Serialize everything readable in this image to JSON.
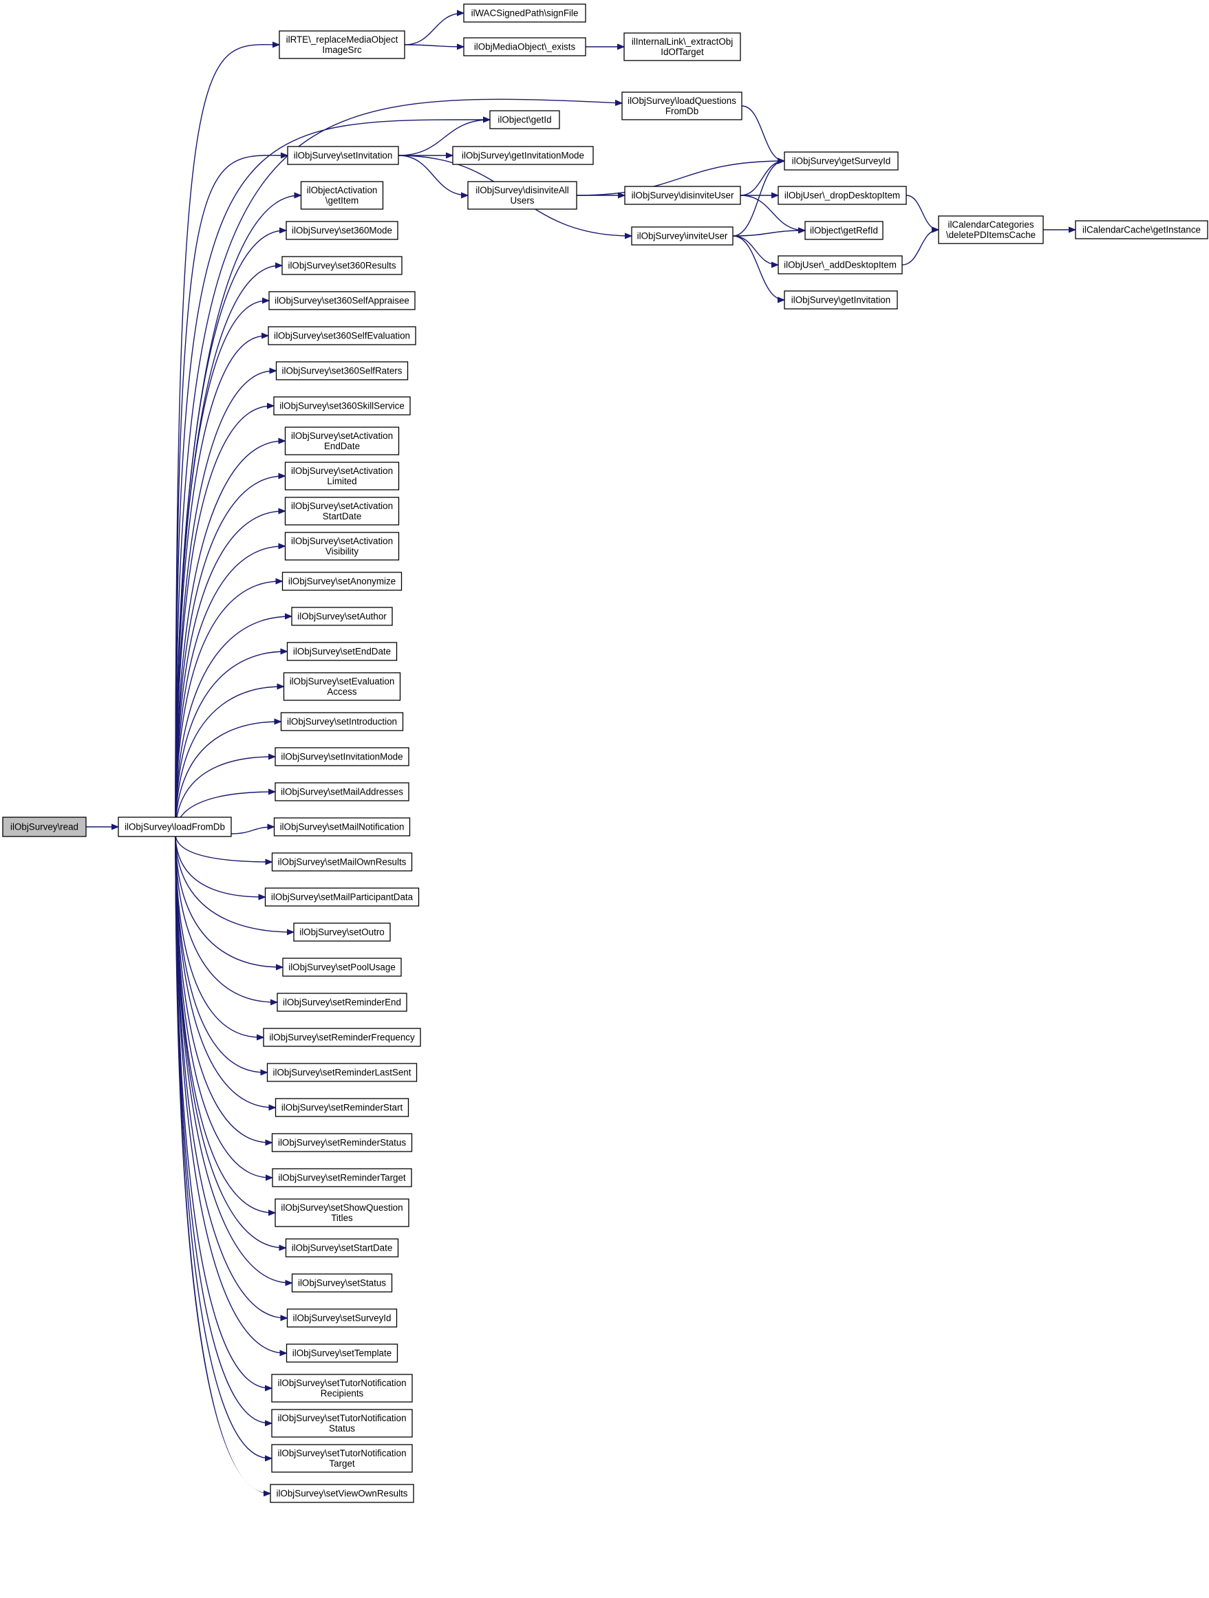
{
  "nodes": [
    {
      "id": "read",
      "lines": [
        "ilObjSurvey\\read"
      ],
      "root": true
    },
    {
      "id": "loadFromDb",
      "lines": [
        "ilObjSurvey\\loadFromDb"
      ]
    },
    {
      "id": "rteReplace",
      "lines": [
        "ilRTE\\_replaceMediaObject",
        "ImageSrc"
      ]
    },
    {
      "id": "signFile",
      "lines": [
        "ilWACSignedPath\\signFile"
      ]
    },
    {
      "id": "mobExists",
      "lines": [
        "ilObjMediaObject\\_exists"
      ]
    },
    {
      "id": "extractObj",
      "lines": [
        "ilInternalLink\\_extractObj",
        "IdOfTarget"
      ]
    },
    {
      "id": "loadQuestions",
      "lines": [
        "ilObjSurvey\\loadQuestions",
        "FromDb"
      ]
    },
    {
      "id": "objGetId",
      "lines": [
        "ilObject\\getId"
      ]
    },
    {
      "id": "setInvitation",
      "lines": [
        "ilObjSurvey\\setInvitation"
      ]
    },
    {
      "id": "getInvitationMode",
      "lines": [
        "ilObjSurvey\\getInvitationMode"
      ]
    },
    {
      "id": "getSurveyId",
      "lines": [
        "ilObjSurvey\\getSurveyId"
      ]
    },
    {
      "id": "disinviteAll",
      "lines": [
        "ilObjSurvey\\disinviteAll",
        "Users"
      ]
    },
    {
      "id": "disinviteUser",
      "lines": [
        "ilObjSurvey\\disinviteUser"
      ]
    },
    {
      "id": "dropDesktop",
      "lines": [
        "ilObjUser\\_dropDesktopItem"
      ]
    },
    {
      "id": "getRefId",
      "lines": [
        "ilObject\\getRefId"
      ]
    },
    {
      "id": "calCategories",
      "lines": [
        "ilCalendarCategories",
        "\\deletePDItemsCache"
      ]
    },
    {
      "id": "calCache",
      "lines": [
        "ilCalendarCache\\getInstance"
      ]
    },
    {
      "id": "inviteUser",
      "lines": [
        "ilObjSurvey\\inviteUser"
      ]
    },
    {
      "id": "addDesktop",
      "lines": [
        "ilObjUser\\_addDesktopItem"
      ]
    },
    {
      "id": "getInvitation",
      "lines": [
        "ilObjSurvey\\getInvitation"
      ]
    },
    {
      "id": "actGetItem",
      "lines": [
        "ilObjectActivation",
        "\\getItem"
      ]
    },
    {
      "id": "set360Mode",
      "lines": [
        "ilObjSurvey\\set360Mode"
      ]
    },
    {
      "id": "set360Results",
      "lines": [
        "ilObjSurvey\\set360Results"
      ]
    },
    {
      "id": "set360SelfAppraisee",
      "lines": [
        "ilObjSurvey\\set360SelfAppraisee"
      ]
    },
    {
      "id": "set360SelfEvaluation",
      "lines": [
        "ilObjSurvey\\set360SelfEvaluation"
      ]
    },
    {
      "id": "set360SelfRaters",
      "lines": [
        "ilObjSurvey\\set360SelfRaters"
      ]
    },
    {
      "id": "set360SkillService",
      "lines": [
        "ilObjSurvey\\set360SkillService"
      ]
    },
    {
      "id": "setActivationEndDate",
      "lines": [
        "ilObjSurvey\\setActivation",
        "EndDate"
      ]
    },
    {
      "id": "setActivationLimited",
      "lines": [
        "ilObjSurvey\\setActivation",
        "Limited"
      ]
    },
    {
      "id": "setActivationStartDate",
      "lines": [
        "ilObjSurvey\\setActivation",
        "StartDate"
      ]
    },
    {
      "id": "setActivationVisibility",
      "lines": [
        "ilObjSurvey\\setActivation",
        "Visibility"
      ]
    },
    {
      "id": "setAnonymize",
      "lines": [
        "ilObjSurvey\\setAnonymize"
      ]
    },
    {
      "id": "setAuthor",
      "lines": [
        "ilObjSurvey\\setAuthor"
      ]
    },
    {
      "id": "setEndDate",
      "lines": [
        "ilObjSurvey\\setEndDate"
      ]
    },
    {
      "id": "setEvaluationAccess",
      "lines": [
        "ilObjSurvey\\setEvaluation",
        "Access"
      ]
    },
    {
      "id": "setIntroduction",
      "lines": [
        "ilObjSurvey\\setIntroduction"
      ]
    },
    {
      "id": "setInvitationMode",
      "lines": [
        "ilObjSurvey\\setInvitationMode"
      ]
    },
    {
      "id": "setMailAddresses",
      "lines": [
        "ilObjSurvey\\setMailAddresses"
      ]
    },
    {
      "id": "setMailNotification",
      "lines": [
        "ilObjSurvey\\setMailNotification"
      ]
    },
    {
      "id": "setMailOwnResults",
      "lines": [
        "ilObjSurvey\\setMailOwnResults"
      ]
    },
    {
      "id": "setMailParticipantData",
      "lines": [
        "ilObjSurvey\\setMailParticipantData"
      ]
    },
    {
      "id": "setOutro",
      "lines": [
        "ilObjSurvey\\setOutro"
      ]
    },
    {
      "id": "setPoolUsage",
      "lines": [
        "ilObjSurvey\\setPoolUsage"
      ]
    },
    {
      "id": "setReminderEnd",
      "lines": [
        "ilObjSurvey\\setReminderEnd"
      ]
    },
    {
      "id": "setReminderFrequency",
      "lines": [
        "ilObjSurvey\\setReminderFrequency"
      ]
    },
    {
      "id": "setReminderLastSent",
      "lines": [
        "ilObjSurvey\\setReminderLastSent"
      ]
    },
    {
      "id": "setReminderStart",
      "lines": [
        "ilObjSurvey\\setReminderStart"
      ]
    },
    {
      "id": "setReminderStatus",
      "lines": [
        "ilObjSurvey\\setReminderStatus"
      ]
    },
    {
      "id": "setReminderTarget",
      "lines": [
        "ilObjSurvey\\setReminderTarget"
      ]
    },
    {
      "id": "setShowQuestionTitles",
      "lines": [
        "ilObjSurvey\\setShowQuestion",
        "Titles"
      ]
    },
    {
      "id": "setStartDate",
      "lines": [
        "ilObjSurvey\\setStartDate"
      ]
    },
    {
      "id": "setStatus",
      "lines": [
        "ilObjSurvey\\setStatus"
      ]
    },
    {
      "id": "setSurveyId",
      "lines": [
        "ilObjSurvey\\setSurveyId"
      ]
    },
    {
      "id": "setTemplate",
      "lines": [
        "ilObjSurvey\\setTemplate"
      ]
    },
    {
      "id": "setTutorNotificationRecipients",
      "lines": [
        "ilObjSurvey\\setTutorNotification",
        "Recipients"
      ]
    },
    {
      "id": "setTutorNotificationStatus",
      "lines": [
        "ilObjSurvey\\setTutorNotification",
        "Status"
      ]
    },
    {
      "id": "setTutorNotificationTarget",
      "lines": [
        "ilObjSurvey\\setTutorNotification",
        "Target"
      ]
    },
    {
      "id": "setViewOwnResults",
      "lines": [
        "ilObjSurvey\\setViewOwnResults"
      ]
    }
  ],
  "edges": [
    [
      "read",
      "loadFromDb"
    ],
    [
      "loadFromDb",
      "rteReplace"
    ],
    [
      "loadFromDb",
      "loadQuestions"
    ],
    [
      "loadFromDb",
      "objGetId"
    ],
    [
      "loadFromDb",
      "setInvitation"
    ],
    [
      "loadFromDb",
      "actGetItem"
    ],
    [
      "loadFromDb",
      "set360Mode"
    ],
    [
      "loadFromDb",
      "set360Results"
    ],
    [
      "loadFromDb",
      "set360SelfAppraisee"
    ],
    [
      "loadFromDb",
      "set360SelfEvaluation"
    ],
    [
      "loadFromDb",
      "set360SelfRaters"
    ],
    [
      "loadFromDb",
      "set360SkillService"
    ],
    [
      "loadFromDb",
      "setActivationEndDate"
    ],
    [
      "loadFromDb",
      "setActivationLimited"
    ],
    [
      "loadFromDb",
      "setActivationStartDate"
    ],
    [
      "loadFromDb",
      "setActivationVisibility"
    ],
    [
      "loadFromDb",
      "setAnonymize"
    ],
    [
      "loadFromDb",
      "setAuthor"
    ],
    [
      "loadFromDb",
      "setEndDate"
    ],
    [
      "loadFromDb",
      "setEvaluationAccess"
    ],
    [
      "loadFromDb",
      "setIntroduction"
    ],
    [
      "loadFromDb",
      "setInvitationMode"
    ],
    [
      "loadFromDb",
      "setMailAddresses"
    ],
    [
      "loadFromDb",
      "setMailNotification"
    ],
    [
      "loadFromDb",
      "setMailOwnResults"
    ],
    [
      "loadFromDb",
      "setMailParticipantData"
    ],
    [
      "loadFromDb",
      "setOutro"
    ],
    [
      "loadFromDb",
      "setPoolUsage"
    ],
    [
      "loadFromDb",
      "setReminderEnd"
    ],
    [
      "loadFromDb",
      "setReminderFrequency"
    ],
    [
      "loadFromDb",
      "setReminderLastSent"
    ],
    [
      "loadFromDb",
      "setReminderStart"
    ],
    [
      "loadFromDb",
      "setReminderStatus"
    ],
    [
      "loadFromDb",
      "setReminderTarget"
    ],
    [
      "loadFromDb",
      "setShowQuestionTitles"
    ],
    [
      "loadFromDb",
      "setStartDate"
    ],
    [
      "loadFromDb",
      "setStatus"
    ],
    [
      "loadFromDb",
      "setSurveyId"
    ],
    [
      "loadFromDb",
      "setTemplate"
    ],
    [
      "loadFromDb",
      "setTutorNotificationRecipients"
    ],
    [
      "loadFromDb",
      "setTutorNotificationStatus"
    ],
    [
      "loadFromDb",
      "setTutorNotificationTarget"
    ],
    [
      "loadFromDb",
      "setViewOwnResults"
    ],
    [
      "rteReplace",
      "signFile"
    ],
    [
      "rteReplace",
      "mobExists"
    ],
    [
      "mobExists",
      "extractObj"
    ],
    [
      "loadQuestions",
      "getSurveyId"
    ],
    [
      "setInvitation",
      "objGetId"
    ],
    [
      "setInvitation",
      "getInvitationMode"
    ],
    [
      "setInvitation",
      "disinviteAll"
    ],
    [
      "setInvitation",
      "inviteUser"
    ],
    [
      "disinviteAll",
      "getSurveyId"
    ],
    [
      "disinviteAll",
      "disinviteUser"
    ],
    [
      "disinviteUser",
      "getSurveyId"
    ],
    [
      "disinviteUser",
      "dropDesktop"
    ],
    [
      "disinviteUser",
      "getRefId"
    ],
    [
      "inviteUser",
      "getSurveyId"
    ],
    [
      "inviteUser",
      "getRefId"
    ],
    [
      "inviteUser",
      "addDesktop"
    ],
    [
      "inviteUser",
      "getInvitation"
    ],
    [
      "dropDesktop",
      "calCategories"
    ],
    [
      "addDesktop",
      "calCategories"
    ],
    [
      "calCategories",
      "calCache"
    ]
  ]
}
